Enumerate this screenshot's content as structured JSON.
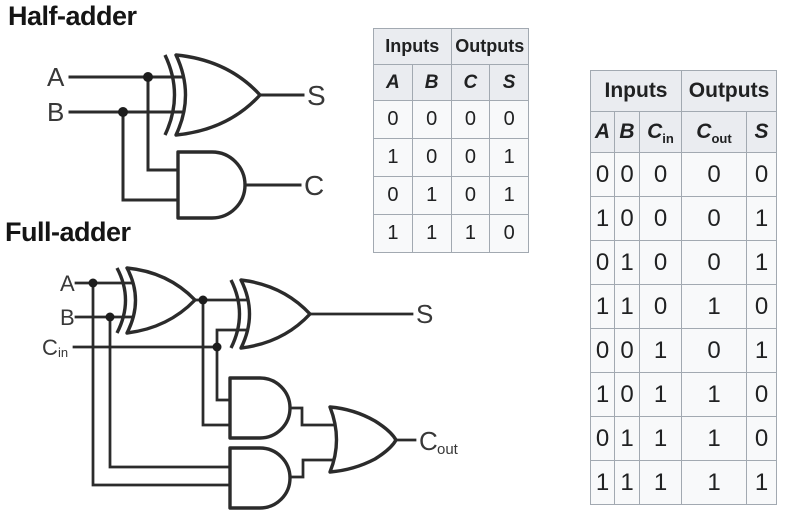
{
  "colors": {
    "background": "#ffffff",
    "wire": "#2b2b2b",
    "table_border": "#a2a9b1",
    "table_header_bg": "#eaecf0",
    "table_cell_bg": "#f8f9fa",
    "table_text": "#202122"
  },
  "half_adder": {
    "title": "Half-adder",
    "circuit": {
      "input_a": "A",
      "input_b": "B",
      "output_s": "S",
      "output_c": "C"
    },
    "table": {
      "group_headers": [
        {
          "label": "Inputs",
          "span": 2
        },
        {
          "label": "Outputs",
          "span": 2
        }
      ],
      "columns": [
        {
          "text": "A"
        },
        {
          "text": "B"
        },
        {
          "text": "C"
        },
        {
          "text": "S"
        }
      ],
      "rows": [
        [
          "0",
          "0",
          "0",
          "0"
        ],
        [
          "1",
          "0",
          "0",
          "1"
        ],
        [
          "0",
          "1",
          "0",
          "1"
        ],
        [
          "1",
          "1",
          "1",
          "0"
        ]
      ]
    }
  },
  "full_adder": {
    "title": "Full-adder",
    "circuit": {
      "input_a": "A",
      "input_b": "B",
      "input_c": "C",
      "input_c_sub": "in",
      "output_s": "S",
      "output_c": "C",
      "output_c_sub": "out"
    },
    "table": {
      "group_headers": [
        {
          "label": "Inputs",
          "span": 3
        },
        {
          "label": "Outputs",
          "span": 2
        }
      ],
      "columns": [
        {
          "text": "A"
        },
        {
          "text": "B"
        },
        {
          "text": "C",
          "sub": "in"
        },
        {
          "text": "C",
          "sub": "out"
        },
        {
          "text": "S"
        }
      ],
      "rows": [
        [
          "0",
          "0",
          "0",
          "0",
          "0"
        ],
        [
          "1",
          "0",
          "0",
          "0",
          "1"
        ],
        [
          "0",
          "1",
          "0",
          "0",
          "1"
        ],
        [
          "1",
          "1",
          "0",
          "1",
          "0"
        ],
        [
          "0",
          "0",
          "1",
          "0",
          "1"
        ],
        [
          "1",
          "0",
          "1",
          "1",
          "0"
        ],
        [
          "0",
          "1",
          "1",
          "1",
          "0"
        ],
        [
          "1",
          "1",
          "1",
          "1",
          "1"
        ]
      ]
    }
  }
}
